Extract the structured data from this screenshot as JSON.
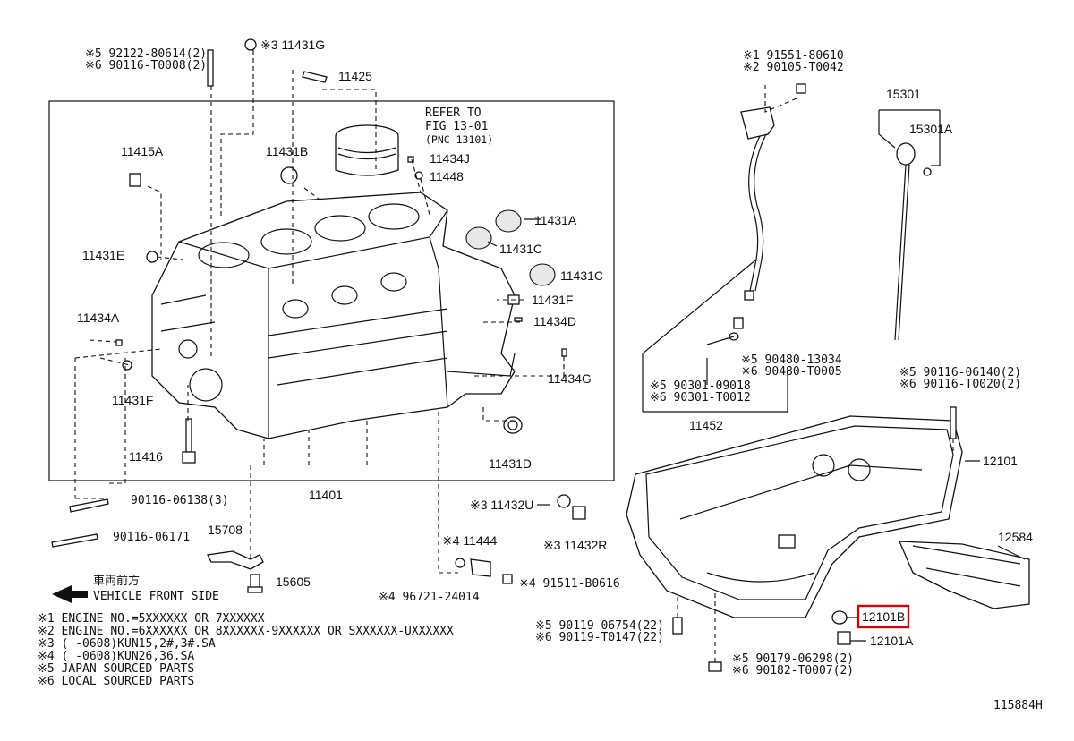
{
  "callouts": {
    "c_92122": "※5 92122-80614(2)",
    "c_90116_t0008": "※6 90116-T0008(2)",
    "c_11431g": "※3 11431G",
    "c_11425": "11425",
    "refer_1": "REFER TO",
    "refer_2": "FIG 13-01",
    "refer_3": "(PNC 13101)",
    "c_11431b": "11431B",
    "c_11415a": "11415A",
    "c_11434j": "11434J",
    "c_11448": "11448",
    "c_11431a": "11431A",
    "c_11431e": "11431E",
    "c_11431c_1": "11431C",
    "c_11431c_2": "11431C",
    "c_11431f_r": "11431F",
    "c_11434d": "11434D",
    "c_11434a": "11434A",
    "c_11434g": "11434G",
    "c_11431f_l": "11431F",
    "c_11431d": "11431D",
    "c_11416": "11416",
    "c_11401": "11401",
    "c_90116_06138": "90116-06138(3)",
    "c_90116_06171": "90116-06171",
    "c_15708": "15708",
    "c_15605": "15605",
    "c_11432u": "※3 11432U",
    "c_11432r": "※3 11432R",
    "c_11444": "※4 11444",
    "c_91511": "※4 91511-B0616",
    "c_96721": "※4 96721-24014",
    "c_91551": "※1 91551-80610",
    "c_90105": "※2 90105-T0042",
    "c_15301": "15301",
    "c_15301a": "15301A",
    "c_90480_13034": "※5 90480-13034",
    "c_90480_t0005": "※6 90480-T0005",
    "c_90301_09018": "※5 90301-09018",
    "c_90301_t0012": "※6 90301-T0012",
    "c_11452": "11452",
    "c_90116_06140": "※5 90116-06140(2)",
    "c_90116_t0020": "※6 90116-T0020(2)",
    "c_12101": "12101",
    "c_12584": "12584",
    "c_12101b": "12101B",
    "c_12101a": "12101A",
    "c_90119_06754": "※5 90119-06754(22)",
    "c_90119_t0147": "※6 90119-T0147(22)",
    "c_90179": "※5 90179-06298(2)",
    "c_90182": "※6 90182-T0007(2)"
  },
  "direction": {
    "label_jp": "車両前方",
    "label_en": "VEHICLE FRONT SIDE"
  },
  "notes": [
    "※1 ENGINE NO.=5XXXXXX OR 7XXXXXX",
    "※2 ENGINE NO.=6XXXXXX OR 8XXXXXX-9XXXXXX OR SXXXXXX-UXXXXXX",
    "※3 (      -0608)KUN15,2#,3#.SA",
    "※4 (      -0608)KUN26,36.SA",
    "※5 JAPAN SOURCED PARTS",
    "※6 LOCAL SOURCED PARTS"
  ],
  "figure_id": "115884H",
  "highlight_color": "#e00000"
}
